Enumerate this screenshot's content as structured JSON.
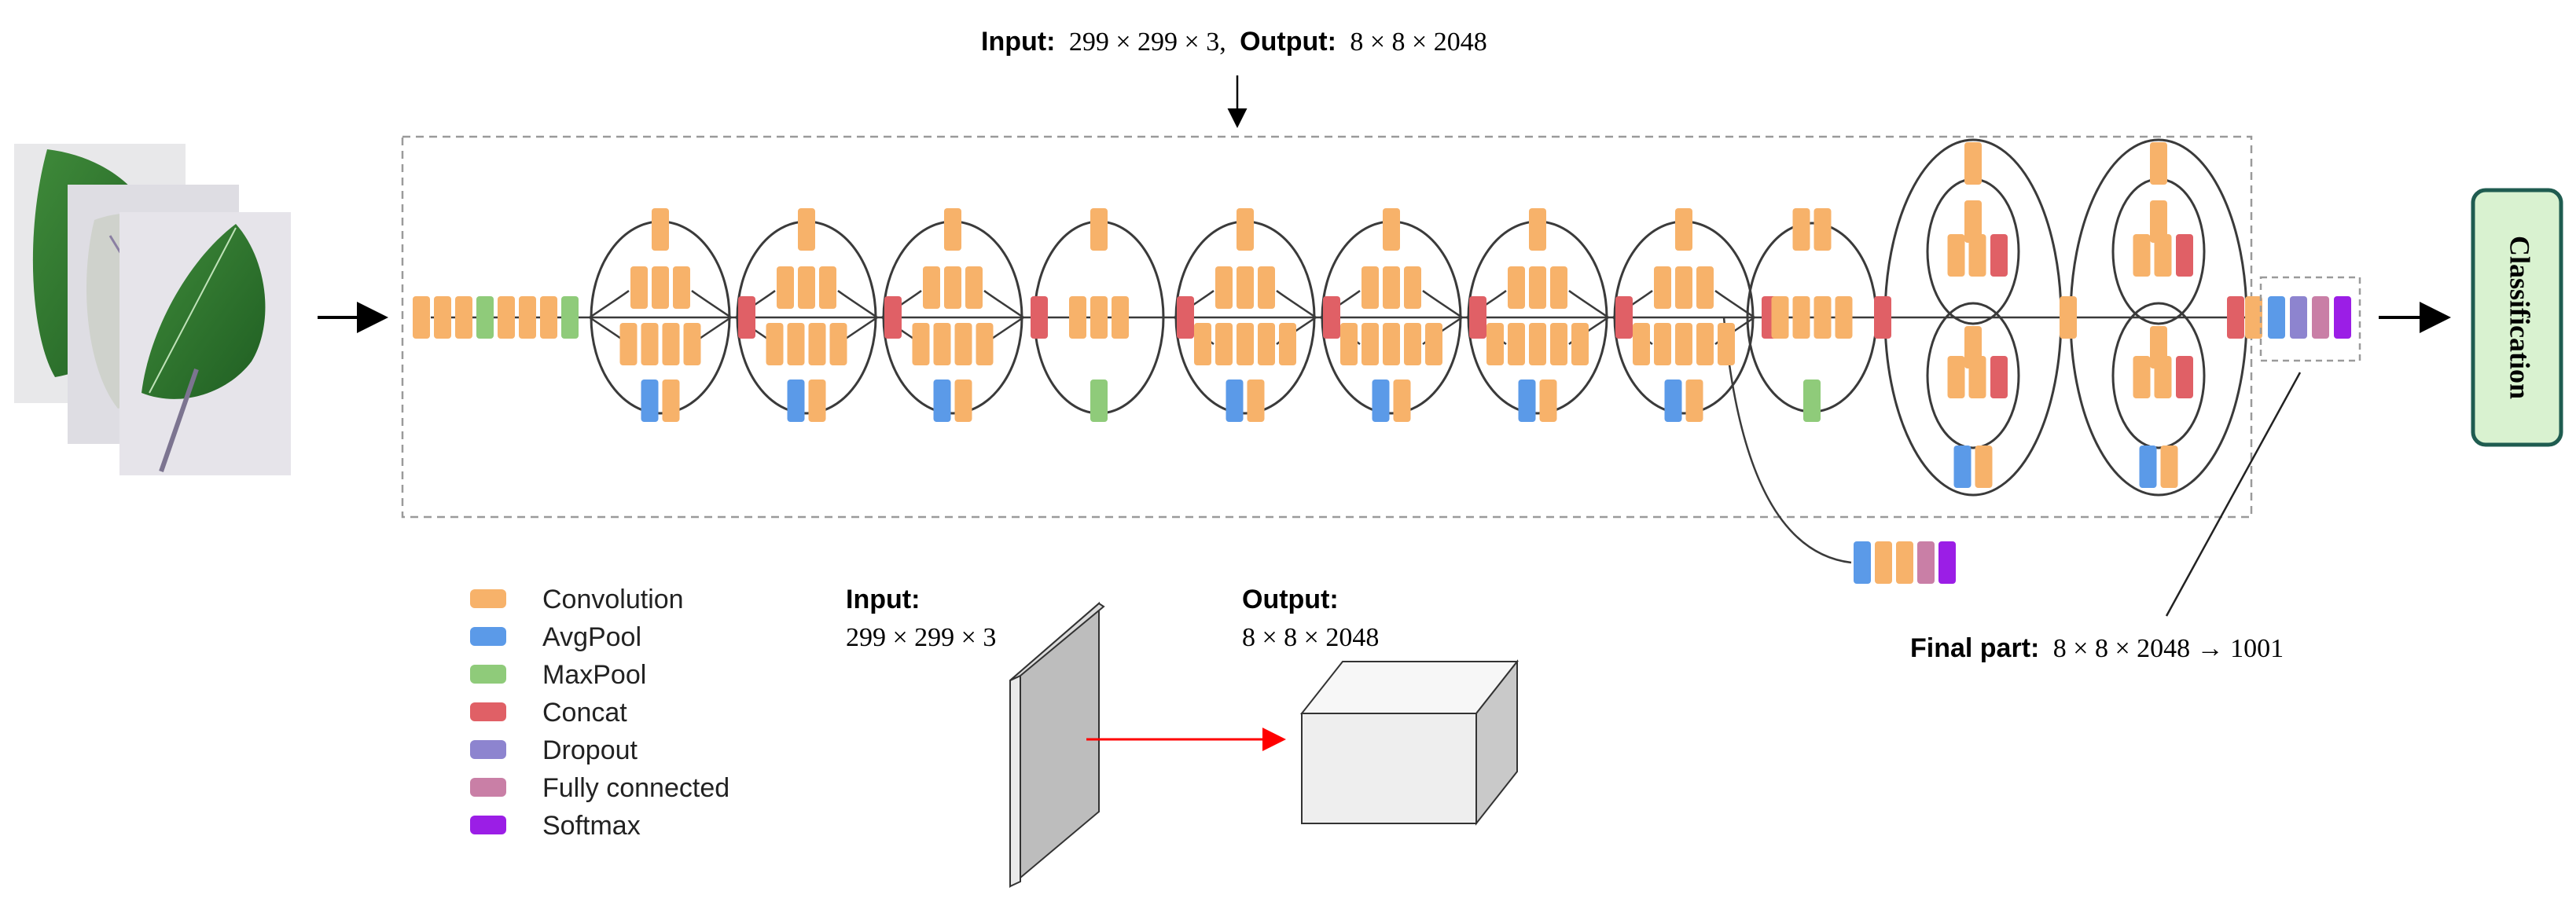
{
  "header": {
    "input_label": "Input:",
    "input_value": "299 × 299 × 3,",
    "output_label": "Output:",
    "output_value": "8 × 8 × 2048"
  },
  "legend": {
    "items": [
      {
        "label": "Convolution",
        "color": "#f7b26a"
      },
      {
        "label": "AvgPool",
        "color": "#5b9ae8"
      },
      {
        "label": "MaxPool",
        "color": "#8fcb7a"
      },
      {
        "label": "Concat",
        "color": "#e06066"
      },
      {
        "label": "Dropout",
        "color": "#8d84cf"
      },
      {
        "label": "Fully connected",
        "color": "#c97fa6"
      },
      {
        "label": "Softmax",
        "color": "#9b1ee6"
      }
    ]
  },
  "io_diagram": {
    "input_label": "Input:",
    "input_value": "299 × 299 × 3",
    "output_label": "Output:",
    "output_value": "8 × 8 × 2048"
  },
  "final_part": {
    "label": "Final part:",
    "value": "8 × 8 × 2048 → 1001"
  },
  "classification": {
    "label": "Classification",
    "fill": "#d9f2d0",
    "border": "#1f5c50"
  },
  "colors": {
    "conv": "#f7b26a",
    "avgpool": "#5b9ae8",
    "maxpool": "#8fcb7a",
    "concat": "#e06066",
    "dropout": "#8d84cf",
    "fc": "#c97fa6",
    "softmax": "#9b1ee6",
    "edge": "#3a3a3a",
    "dashed": "#9a9a9a"
  },
  "stem_sequence": [
    "conv",
    "conv",
    "conv",
    "maxpool",
    "conv",
    "conv",
    "conv",
    "maxpool"
  ],
  "modules": [
    {
      "type": "A",
      "pool": "avgpool"
    },
    {
      "type": "A",
      "pool": "avgpool"
    },
    {
      "type": "A",
      "pool": "avgpool"
    },
    {
      "type": "R1",
      "pool": "maxpool"
    },
    {
      "type": "B",
      "pool": "avgpool"
    },
    {
      "type": "B",
      "pool": "avgpool"
    },
    {
      "type": "B",
      "pool": "avgpool"
    },
    {
      "type": "B",
      "pool": "avgpool"
    },
    {
      "type": "R2",
      "pool": "maxpool"
    },
    {
      "type": "C",
      "pool": "avgpool"
    },
    {
      "type": "C",
      "pool": "avgpool"
    }
  ],
  "aux_head": [
    "avgpool",
    "conv",
    "conv",
    "fc",
    "softmax"
  ],
  "final_head": [
    "avgpool",
    "dropout",
    "fc",
    "softmax"
  ]
}
